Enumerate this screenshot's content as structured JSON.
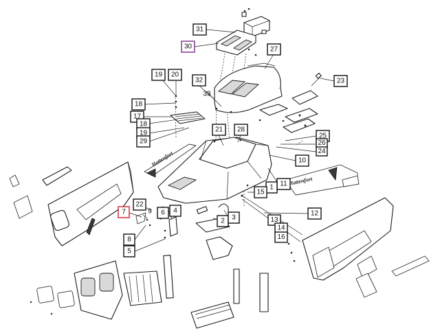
{
  "colors": {
    "highlight_red": "#d0202a",
    "highlight_purple": "#7a2c8a",
    "line": "#1a1a1a"
  },
  "callouts": [
    {
      "id": "c31",
      "label": "31",
      "style": "box"
    },
    {
      "id": "c30",
      "label": "30",
      "style": "box-purple"
    },
    {
      "id": "c27",
      "label": "27",
      "style": "box"
    },
    {
      "id": "c19a",
      "label": "19",
      "style": "box"
    },
    {
      "id": "c20",
      "label": "20",
      "style": "box"
    },
    {
      "id": "c32",
      "label": "32",
      "style": "box"
    },
    {
      "id": "c33",
      "label": "33",
      "style": "plain"
    },
    {
      "id": "c23",
      "label": "23",
      "style": "box"
    },
    {
      "id": "c18a",
      "label": "18",
      "style": "box"
    },
    {
      "id": "c17",
      "label": "17",
      "style": "box"
    },
    {
      "id": "c18b",
      "label": "18",
      "style": "box"
    },
    {
      "id": "c19b",
      "label": "19",
      "style": "box"
    },
    {
      "id": "c29",
      "label": "29",
      "style": "box"
    },
    {
      "id": "c21",
      "label": "21",
      "style": "box"
    },
    {
      "id": "c28",
      "label": "28",
      "style": "box"
    },
    {
      "id": "c25",
      "label": "25",
      "style": "box"
    },
    {
      "id": "c26",
      "label": "26",
      "style": "box"
    },
    {
      "id": "c24",
      "label": "24",
      "style": "box"
    },
    {
      "id": "c10",
      "label": "10",
      "style": "box"
    },
    {
      "id": "c11",
      "label": "11",
      "style": "box"
    },
    {
      "id": "c1",
      "label": "1",
      "style": "box"
    },
    {
      "id": "c15",
      "label": "15",
      "style": "box"
    },
    {
      "id": "c22",
      "label": "22",
      "style": "box"
    },
    {
      "id": "c9",
      "label": "9",
      "style": "plain"
    },
    {
      "id": "c6",
      "label": "6",
      "style": "box"
    },
    {
      "id": "c4",
      "label": "4",
      "style": "box"
    },
    {
      "id": "c7",
      "label": "7",
      "style": "box-red"
    },
    {
      "id": "c2",
      "label": "2",
      "style": "box"
    },
    {
      "id": "c3",
      "label": "3",
      "style": "box"
    },
    {
      "id": "c12",
      "label": "12",
      "style": "box"
    },
    {
      "id": "c13",
      "label": "13",
      "style": "box"
    },
    {
      "id": "c14",
      "label": "14",
      "style": "box"
    },
    {
      "id": "c16",
      "label": "16",
      "style": "box"
    },
    {
      "id": "c8",
      "label": "8",
      "style": "box"
    },
    {
      "id": "c5",
      "label": "5",
      "style": "box"
    }
  ]
}
